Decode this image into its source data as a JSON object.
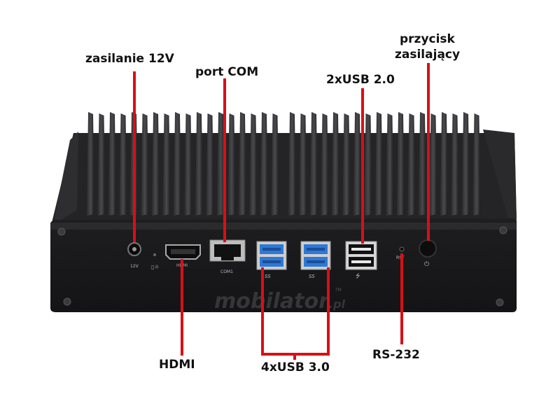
{
  "labels": {
    "power_12v": "zasilanie 12V",
    "com_port": "port COM",
    "usb2": "2xUSB 2.0",
    "power_button_line1": "przycisk",
    "power_button_line2": "zasilający",
    "hdmi": "HDMI",
    "usb3": "4xUSB 3.0",
    "rs232": "RS-232"
  },
  "device_markings": {
    "dc_in": "12V",
    "hdmi_port": "HDMI",
    "com": "COM1",
    "usb3_symbol": "SS",
    "reset": "RST",
    "watermark_main": "mobilator",
    "watermark_suffix": ".pl",
    "watermark_tm": "TM"
  },
  "colors": {
    "annotation_line": "#d90f16",
    "chassis": "#1f1f21",
    "usb3_blue": "#2e78d6",
    "background": "#ffffff"
  }
}
